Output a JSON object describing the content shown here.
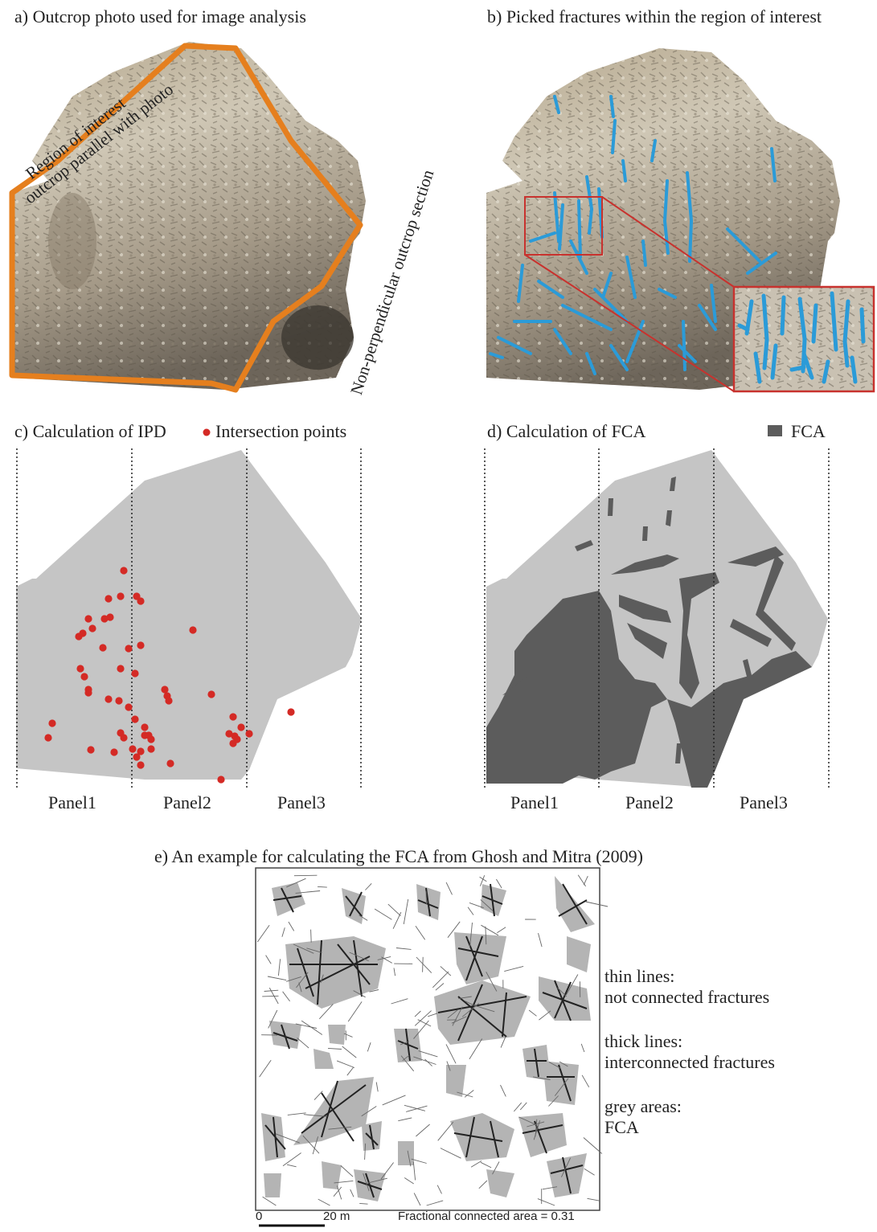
{
  "panel_a": {
    "title": "a) Outcrop photo used for image analysis",
    "roi_label_line1": "Region of interest",
    "roi_label_line2": "outcrop parallel with photo",
    "side_label": "Non-perpendicular outcrop section",
    "outline_color": "#e57f1e"
  },
  "panel_b": {
    "title": "b) Picked fractures within the region of interest",
    "fracture_color": "#2b9bd8",
    "zoom_box_color": "#c8322e"
  },
  "panel_c": {
    "title": "c) Calculation of IPD",
    "legend_label": "Intersection points",
    "point_color": "#d42a25",
    "panel_labels": [
      "Panel1",
      "Panel2",
      "Panel3"
    ]
  },
  "panel_d": {
    "title": "d) Calculation of FCA",
    "legend_label": "FCA",
    "fca_color": "#5c5c5c",
    "panel_labels": [
      "Panel1",
      "Panel2",
      "Panel3"
    ]
  },
  "panel_e": {
    "title": "e) An example for calculating the FCA from Ghosh and Mitra (2009)",
    "scale_start": "0",
    "scale_end": "20 m",
    "caption": "Fractional connected area = 0.31",
    "legend": [
      {
        "head": "thin lines:",
        "body": "not connected fractures"
      },
      {
        "head": "thick lines:",
        "body": "interconnected fractures"
      },
      {
        "head": "grey areas:",
        "body": "FCA"
      }
    ]
  }
}
